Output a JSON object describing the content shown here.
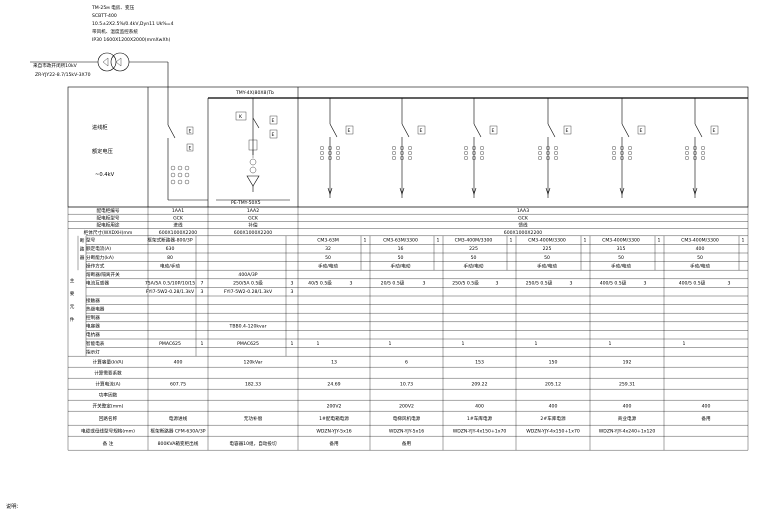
{
  "header": {
    "lines": [
      "TM-25м  电房、变压",
      "SCBTT-400",
      "10.5±2X2.5%/0.4kV,Dyn11  Uk%=4",
      "带风机、温度监控系统",
      "IP30  1600X1200X2000(mmXwXh)"
    ]
  },
  "incoming": {
    "lines": [
      "来自市政开闭所10kV",
      "ZR-YJY22-8.7/15kV-3X70"
    ]
  },
  "panel": {
    "left_labels": [
      "进线柜",
      "额定电压",
      "~0.4kV"
    ],
    "meter_label": "TMY-4X(80X8)Tb",
    "pe_label": "PE-TMY-50X5",
    "k_label": "K",
    "e_label": "E"
  },
  "footer_label": "说明：",
  "table": {
    "top_rows": [
      {
        "label": "配电柜编号",
        "vals": [
          "1AA1",
          "1AA2",
          "1AA3"
        ]
      },
      {
        "label": "配电柜型号",
        "vals": [
          "GCK",
          "GCK",
          "GCK"
        ]
      },
      {
        "label": "配电柜用途",
        "vals": [
          "进线",
          "补偿",
          "馈线"
        ]
      },
      {
        "label": "柜体尺寸(WXDXH)mm",
        "vals": [
          "600X1000X2200",
          "600X1000X2200",
          "600X1000X2200"
        ]
      }
    ],
    "side_group_a": [
      "断",
      "路",
      "器"
    ],
    "side_group_b": [
      "主",
      "要",
      "元",
      "件"
    ],
    "sub_rows": [
      {
        "label": "型号",
        "c1": "框架式断路器-800/3P",
        "c2": ""
      },
      {
        "label": "额定电流(A)",
        "c1": "630",
        "c2": ""
      },
      {
        "label": "分断能力(kA)",
        "c1": "80",
        "c2": ""
      },
      {
        "label": "操作方式",
        "c1": "电动/手动",
        "c2": ""
      },
      {
        "label": "熔断器/隔离开关",
        "c1": "",
        "c2": "400A/3P"
      },
      {
        "label": "电流互感器",
        "c1": "75A/5A 0.5/10P/10/15",
        "n1": "7",
        "c2": "250/5A  0.5级",
        "n2": "3"
      },
      {
        "label": "",
        "c1": "FYI7-5W2-0.28/1.3kV",
        "n1": "3",
        "c2": "FYI7-5W2-0.28/1.3kV",
        "n2": "3"
      },
      {
        "label": "接触器",
        "c1": "",
        "c2": ""
      },
      {
        "label": "热继电器",
        "c1": "",
        "c2": ""
      },
      {
        "label": "控制器",
        "c1": "",
        "c2": ""
      },
      {
        "label": "电容器",
        "c1": "",
        "c2": "TBB0.4-120kvar"
      },
      {
        "label": "电抗器",
        "c1": "",
        "c2": ""
      },
      {
        "label": "智能电表",
        "c1": "PMAC625",
        "n1": "1",
        "c2": "PMAC625",
        "n2": "1"
      },
      {
        "label": "指示灯",
        "c1": "",
        "c2": ""
      }
    ],
    "feeders": [
      {
        "model": "CM3-63M",
        "n": "1",
        "rating": "32",
        "breaking": "50",
        "op": "手动/电动",
        "ct": "40/5  0.5级",
        "ctn": "3",
        "meter_n": "1",
        "power": "13",
        "current": "24.69",
        "cable": "200V2",
        "use": "1#配电箱电源",
        "conduit": "WDZN-YJY-5x16",
        "remark": "备用"
      },
      {
        "model": "CM3-63M/3300",
        "n": "1",
        "rating": "16",
        "breaking": "50",
        "op": "手动/电动",
        "ct": "20/5  0.5级",
        "ctn": "3",
        "meter_n": "1",
        "power": "6",
        "current": "10.73",
        "cable": "200V2",
        "use": "电梯风机电源",
        "conduit": "WDZN-YJY-5x16",
        "remark": "备用"
      },
      {
        "model": "CM3-400M/3300",
        "n": "1",
        "rating": "225",
        "breaking": "50",
        "op": "手动/电动",
        "ct": "250/5  0.5级",
        "ctn": "3",
        "meter_n": "1",
        "power": "153",
        "current": "209.22",
        "cable": "400",
        "use": "1#车库电源",
        "conduit": "WDZN-YJY-4x150+1x70",
        "remark": ""
      },
      {
        "model": "CM3-400M/3300",
        "n": "1",
        "rating": "225",
        "breaking": "50",
        "op": "手动/电动",
        "ct": "250/5  0.5级",
        "ctn": "3",
        "meter_n": "1",
        "power": "150",
        "current": "205.12",
        "cable": "400",
        "use": "2#车库电源",
        "conduit": "WDZN-YJY-4x150+1x70",
        "remark": ""
      },
      {
        "model": "CM3-400M/3300",
        "n": "1",
        "rating": "315",
        "breaking": "50",
        "op": "手动/电动",
        "ct": "400/5  0.5级",
        "ctn": "3",
        "meter_n": "1",
        "power": "192",
        "current": "259.31",
        "cable": "400",
        "use": "商业电源",
        "conduit": "WDZN-YJY-4x240+1x120",
        "remark": ""
      },
      {
        "model": "CM3-400M/3300",
        "n": "1",
        "rating": "400",
        "breaking": "50",
        "op": "手动/电动",
        "ct": "400/5  0.5级",
        "ctn": "3",
        "meter_n": "1",
        "power": "",
        "current": "",
        "cable": "400",
        "use": "备用",
        "conduit": "",
        "remark": ""
      }
    ],
    "bottom_rows": [
      {
        "label": "计算容量(kVA)",
        "c1": "400",
        "c2": "120kVar"
      },
      {
        "label": "计算需要系数",
        "c1": "",
        "c2": ""
      },
      {
        "label": "计算电流(A)",
        "c1": "607.75",
        "c2": "182.33"
      },
      {
        "label": "功率因数",
        "c1": "",
        "c2": ""
      },
      {
        "label": "开关整定(mm)",
        "c1": "",
        "c2": ""
      },
      {
        "label": "回路名称",
        "c1": "电源进线",
        "c2": "无功补偿"
      },
      {
        "label": "电缆或母线型号规格(mm)",
        "c1": "框架断路器  CFM-630A/3P",
        "c2": ""
      },
      {
        "label": "备  注",
        "c1": "800KVA箱变柜出线",
        "c2": "电容器10组，自动投切"
      }
    ]
  }
}
